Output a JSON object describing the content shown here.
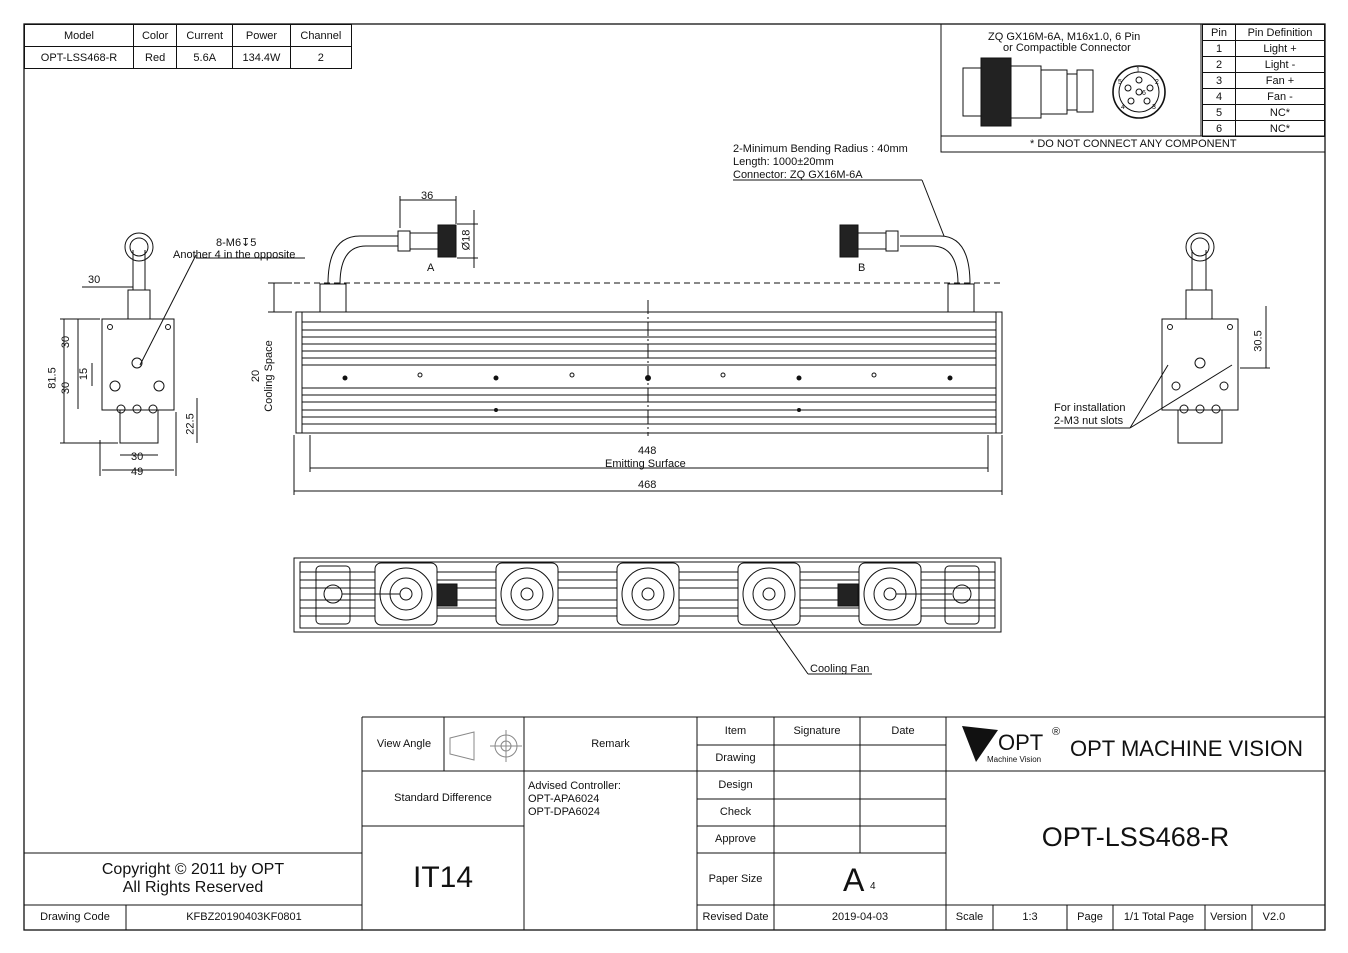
{
  "spec_table": {
    "headers": [
      "Model",
      "Color",
      "Current",
      "Power",
      "Channel"
    ],
    "values": [
      "OPT-LSS468-R",
      "Red",
      "5.6A",
      "134.4W",
      "2"
    ]
  },
  "connector": {
    "title": "ZQ GX16M-6A, M16x1.0, 6 Pin",
    "subtitle": "or Compactible Connector",
    "pin_headers": [
      "Pin",
      "Pin Definition"
    ],
    "pins": [
      [
        "1",
        "Light +"
      ],
      [
        "2",
        "Light -"
      ],
      [
        "3",
        "Fan +"
      ],
      [
        "4",
        "Fan -"
      ],
      [
        "5",
        "NC*"
      ],
      [
        "6",
        "NC*"
      ]
    ],
    "note": "* DO NOT CONNECT ANY COMPONENT",
    "pin_labels": [
      "1",
      "2",
      "3",
      "4",
      "5",
      "6"
    ]
  },
  "cable_notes": [
    "2-Minimum Bending Radius : 40mm",
    "Length: 1000±20mm",
    "Connector: ZQ GX16M-6A"
  ],
  "side_left": {
    "screw_note": "8-M6↧5",
    "screw_note2": "Another 4 in the opposite",
    "dims": [
      "30",
      "30",
      "15",
      "81.5",
      "30",
      "22.5",
      "30",
      "49"
    ]
  },
  "front": {
    "dim_36": "36",
    "dim_d18": "Ø18",
    "label_a": "A",
    "label_b": "B",
    "dim_20": "20",
    "cooling_space": "Cooling Space",
    "dim_448": "448",
    "emitting": "Emitting Surface",
    "dim_468": "468"
  },
  "side_right": {
    "dim_305": "30.5",
    "install_note": "For installation",
    "install_note2": "2-M3 nut slots"
  },
  "bottom_view": {
    "fan_label": "Cooling Fan"
  },
  "title_block": {
    "view_angle": "View Angle",
    "remark": "Remark",
    "standard_difference": "Standard Difference",
    "advised": [
      "Advised Controller:",
      "OPT-APA6024",
      "OPT-DPA6024"
    ],
    "tolerance": "IT14",
    "copyright": "Copyright © 2011 by OPT\nAll Rights Reserved",
    "drawing_code_label": "Drawing Code",
    "drawing_code": "KFBZ20190403KF0801",
    "item": "Item",
    "signature": "Signature",
    "date": "Date",
    "rows": [
      "Drawing",
      "Design",
      "Check",
      "Approve"
    ],
    "paper_size_label": "Paper Size",
    "paper_size": "A",
    "paper_size_sub": "4",
    "revised_date_label": "Revised Date",
    "revised_date": "2019-04-03",
    "logo": "OPT",
    "logo_reg": "®",
    "logo_sub": "Machine Vision",
    "company": "OPT MACHINE VISION",
    "model": "OPT-LSS468-R",
    "scale_label": "Scale",
    "scale": "1:3",
    "page_label": "Page",
    "page": "1/1 Total Page",
    "version_label": "Version",
    "version": "V2.0"
  }
}
